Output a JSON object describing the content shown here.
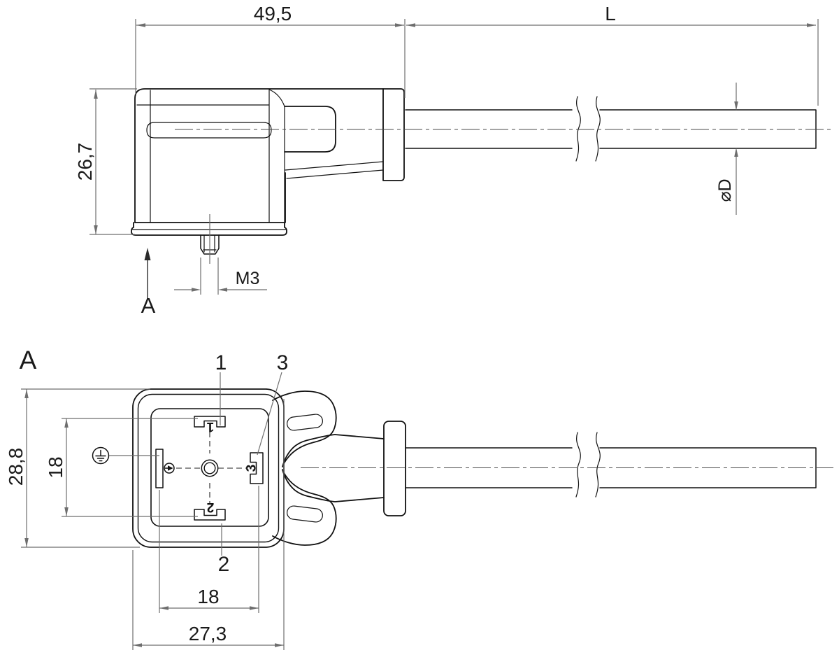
{
  "side_view": {
    "width_connector": "49,5",
    "cable_length": "L",
    "height": "26,7",
    "thread": "M3",
    "view_label": "A",
    "cable_diameter": "⌀D"
  },
  "face_view": {
    "view_label": "A",
    "height_outer": "28,8",
    "pin_pitch_vertical": "18",
    "pin_pitch_horizontal": "18",
    "width_outer": "27,3",
    "leader_1": "1",
    "leader_2": "2",
    "leader_3": "3",
    "pin_1": "1",
    "pin_2": "2",
    "pin_3": "3"
  },
  "colors": {
    "object_line": "#111111",
    "dimension_line": "#6e6e6e",
    "text": "#1a1a1a",
    "background": "#ffffff"
  }
}
